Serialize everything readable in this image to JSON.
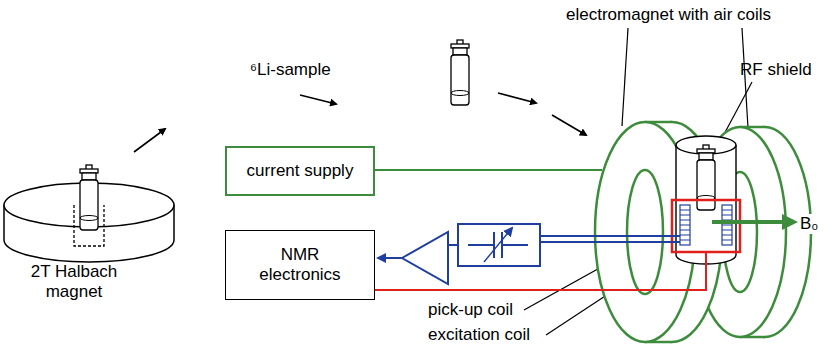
{
  "diagram": {
    "nodes": [
      {
        "text": [
          "current supply"
        ]
      },
      {
        "text": [
          "NMR electronics"
        ]
      }
    ],
    "labels": [
      "⁶Li-sample",
      "2T Halbach magnet",
      "electromagnet with air coils",
      "RF shield",
      "pick-up coil",
      "excitation coil",
      "B₀"
    ]
  }
}
